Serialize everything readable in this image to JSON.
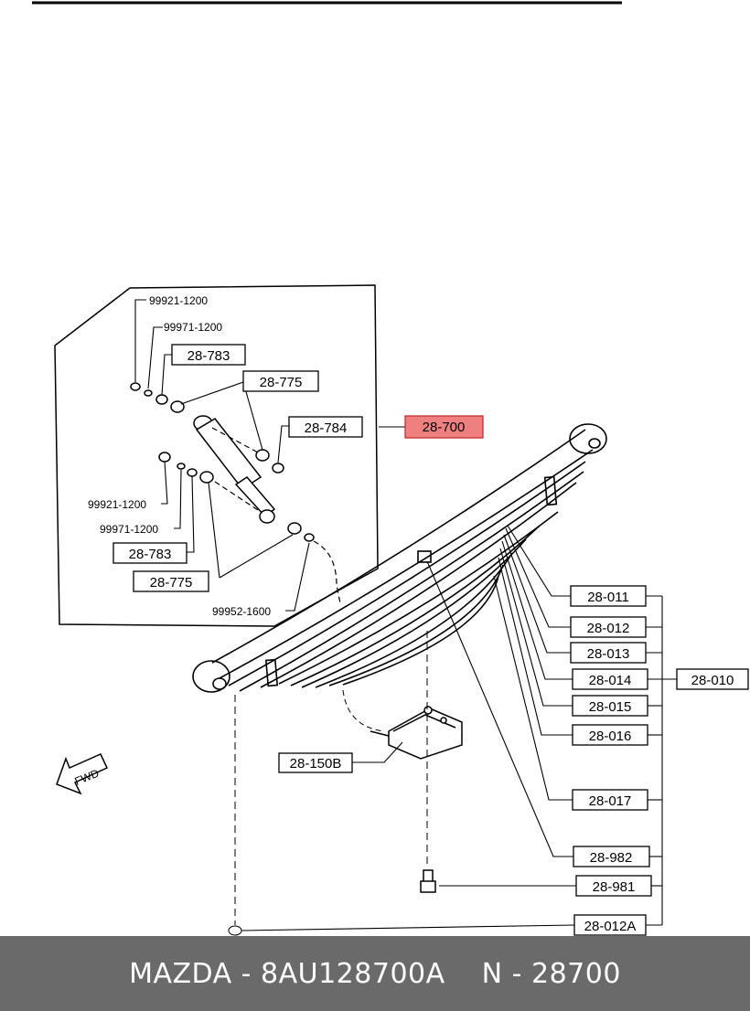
{
  "labels": {
    "p99921_top": "99921-1200",
    "p99971_top": "99971-1200",
    "p28783_top": "28-783",
    "p28775_top": "28-775",
    "p28784": "28-784",
    "p28700": "28-700",
    "p99921_bot": "99921-1200",
    "p99971_bot": "99971-1200",
    "p28783_bot": "28-783",
    "p28775_bot": "28-775",
    "p99952": "99952-1600",
    "p28011": "28-011",
    "p28012": "28-012",
    "p28013": "28-013",
    "p28014": "28-014",
    "p28010": "28-010",
    "p28015": "28-015",
    "p28016": "28-016",
    "p28150B": "28-150B",
    "p28017": "28-017",
    "p28982": "28-982",
    "p28981": "28-981",
    "p28012A": "28-012A",
    "fwd": "FWD"
  },
  "highlight_color": "#f08080",
  "footer": {
    "brand_part": "MAZDA - 8AU128700A",
    "number": "N - 28700"
  }
}
